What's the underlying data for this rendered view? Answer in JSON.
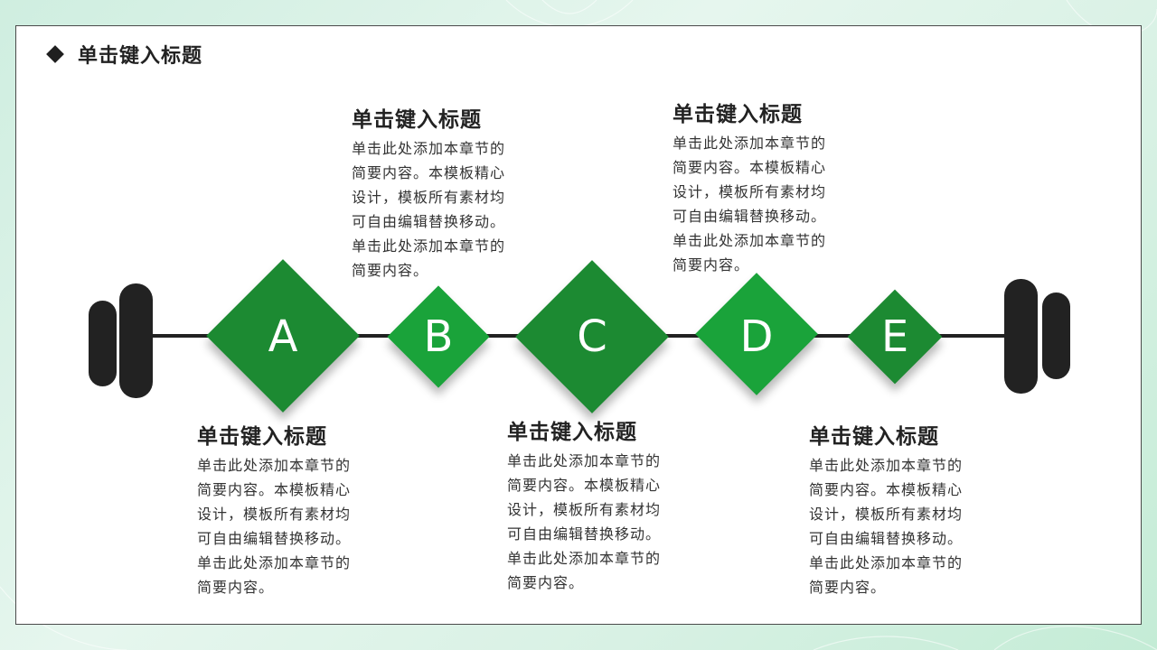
{
  "header": {
    "title": "单击键入标题"
  },
  "steps": [
    {
      "letter": "A",
      "color": "#1c8a32"
    },
    {
      "letter": "B",
      "color": "#1aa33a"
    },
    {
      "letter": "C",
      "color": "#1c8a32"
    },
    {
      "letter": "D",
      "color": "#1aa33a"
    },
    {
      "letter": "E",
      "color": "#1c8a32"
    }
  ],
  "blocks": [
    {
      "title": "单击键入标题",
      "lines": [
        "单击此处添加本章节的",
        "简要内容。本模板精心",
        "设计，模板所有素材均",
        "可自由编辑替换移动。",
        "单击此处添加本章节的",
        "简要内容。"
      ]
    },
    {
      "title": "单击键入标题",
      "lines": [
        "单击此处添加本章节的",
        "简要内容。本模板精心",
        "设计，模板所有素材均",
        "可自由编辑替换移动。",
        "单击此处添加本章节的",
        "简要内容。"
      ]
    },
    {
      "title": "单击键入标题",
      "lines": [
        "单击此处添加本章节的",
        "简要内容。本模板精心",
        "设计，模板所有素材均",
        "可自由编辑替换移动。",
        "单击此处添加本章节的",
        "简要内容。"
      ]
    },
    {
      "title": "单击键入标题",
      "lines": [
        "单击此处添加本章节的",
        "简要内容。本模板精心",
        "设计，模板所有素材均",
        "可自由编辑替换移动。",
        "单击此处添加本章节的",
        "简要内容。"
      ]
    },
    {
      "title": "单击键入标题",
      "lines": [
        "单击此处添加本章节的",
        "简要内容。本模板精心",
        "设计，模板所有素材均",
        "可自由编辑替换移动。",
        "单击此处添加本章节的",
        "简要内容。"
      ]
    }
  ]
}
